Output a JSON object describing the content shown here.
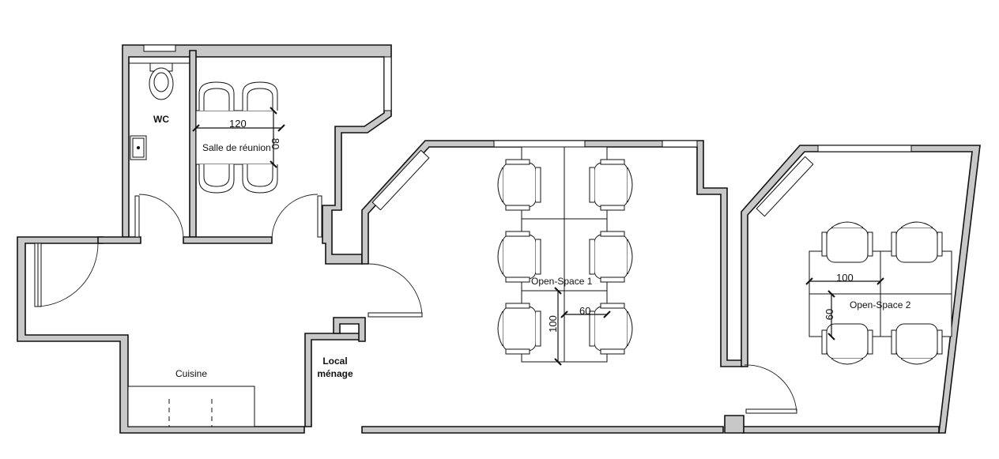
{
  "rooms": {
    "wc": "WC",
    "meeting_room": "Salle de réunion",
    "open_space_1": "Open-Space 1",
    "open_space_2": "Open-Space 2",
    "kitchen": "Cuisine",
    "cleaning_line1": "Local",
    "cleaning_line2": "ménage"
  },
  "dimensions": {
    "meeting_table_width": "120",
    "meeting_table_depth": "80",
    "os1_desk_depth": "100",
    "os1_desk_width": "60",
    "os2_desk_width": "100",
    "os2_desk_depth": "60"
  }
}
